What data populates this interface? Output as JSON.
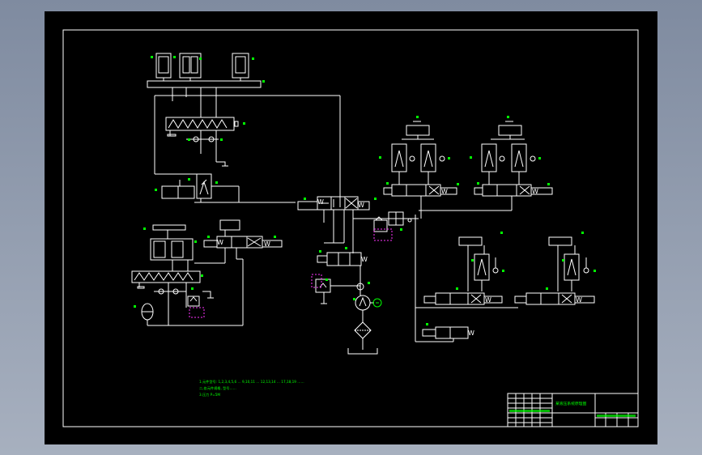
{
  "drawing": {
    "title_block_title": "某液压系统原理图",
    "notes_line_1": "1.元件型号: 1,2,3,4,5,6 … 9,10,11 … 12,13,14 … 17,18,19 ……",
    "notes_line_2": "二,各元件规格, 型号……",
    "notes_line_3": "3.压力 P=5M",
    "colors": {
      "background": "#000000",
      "lines": "#ffffff",
      "annotations": "#00ff00",
      "dashed": "#ff33ff"
    }
  }
}
